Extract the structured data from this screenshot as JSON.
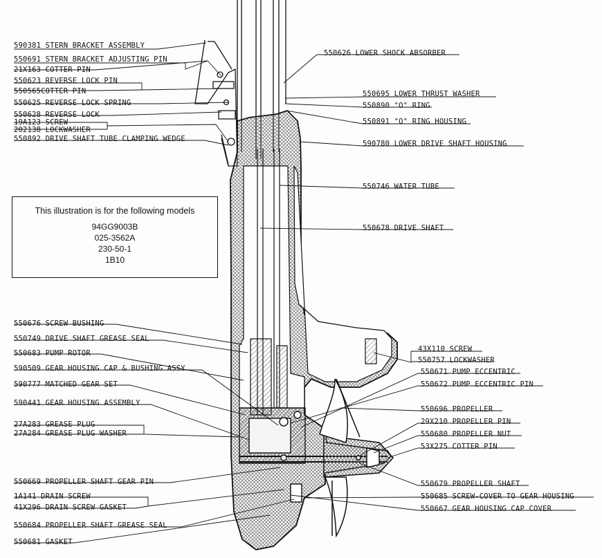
{
  "info_box": {
    "title": "This illustration is for the following models",
    "models": [
      "94GG9003B",
      "025-3562A",
      "230-50-1",
      "1B10"
    ]
  },
  "labels_left": [
    "590381 STERN BRACKET ASSEMBLY",
    "550691 STERN BRACKET ADJUSTING PIN",
    "21X163 COTTER PIN",
    "550623 REVERSE LOCK PIN",
    "550565COTTER PIN",
    "550625 REVERSE LOCK SPRING",
    "550628 REVERSE LOCK",
    "19A123 SCREW",
    "202138 LOCKWASHER",
    "550892 DRIVE SHAFT TUBE CLAMPING WEDGE",
    "550676 SCREW BUSHING",
    "550749 DRIVE SHAFT GREASE SEAL",
    "550683 PUMP ROTOR",
    "590509 GEAR HOUSING CAP & BUSHING ASSY.",
    "590777 MATCHED GEAR SET",
    "590441 GEAR HOUSING ASSEMBLY",
    "27A283 GREASE PLUG",
    "27A284 GREASE PLUG WASHER",
    "550669 PROPELLER SHAFT GEAR PIN",
    "1A141 DRAIN SCREW",
    "41X296 DRAIN SCREW GASKET",
    "550684 PROPELLER SHAFT GREASE SEAL",
    "550681 GASKET"
  ],
  "labels_right": [
    "550626 LOWER SHOCK ABSORBER",
    "550695 LOWER THRUST WASHER",
    "550890 \"O\" RING",
    "550891 \"O\" RING HOUSING",
    "590780 LOWER DRIVE SHAFT HOUSING",
    "550746 WATER TUBE",
    "550678 DRIVE SHAFT",
    "43X110 SCREW",
    "550757 LOCKWASHER",
    "550671 PUMP ECCENTRIC",
    "550672 PUMP ECCENTRIC PIN",
    "550696 PROPELLER",
    "29X210 PROPELLER PIN",
    "550680 PROPELLER NUT",
    "53X275 COTTER PIN",
    "550679 PROPELLER SHAFT",
    "550685 SCREW-COVER TO GEAR HOUSING",
    "550667 GEAR HOUSING CAP COVER"
  ]
}
